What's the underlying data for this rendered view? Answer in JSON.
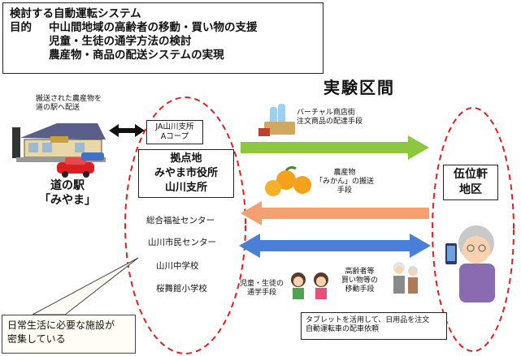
{
  "purpose_box": {
    "title": "検討する自動運転システム",
    "label": "目的",
    "lines": [
      "中山間地域の高齢者の移動・買い物の支援",
      "児童・生徒の通学方法の検討",
      "農産物・商品の配送システムの実現"
    ]
  },
  "area_title": "実験区間",
  "roadside_station": {
    "note_lines": [
      "搬送された農産物を",
      "道の駅へ配送"
    ],
    "name_lines": [
      "道の駅",
      "「みやま」"
    ]
  },
  "ja_box": {
    "lines": [
      "JA山川支所",
      "Aコープ"
    ]
  },
  "hub": {
    "title_lines": [
      "拠点地",
      "みやま市役所",
      "山川支所"
    ],
    "facilities": [
      "総合福祉センター",
      "山川市民センター",
      "山川中学校",
      "桜舞館小学校"
    ]
  },
  "destination": {
    "lines": [
      "伍位軒",
      "地区"
    ]
  },
  "arrows": {
    "shopping": {
      "lines": [
        "バーチャル商店街",
        "注文商品の配達手段"
      ],
      "color": "#8dc63f"
    },
    "produce": {
      "lines": [
        "農産物",
        "「みかん」の搬送",
        "手段"
      ],
      "color": "#f5a070"
    },
    "mobility": {
      "color": "#4a7fd8"
    }
  },
  "captions": {
    "students": [
      "児童・生徒の",
      "通学手段"
    ],
    "elderly": [
      "高齢者等",
      "買い物等の",
      "移動手段"
    ],
    "tablet": [
      "タブレットを活用して、日用品を注文",
      "自動運転車の配車依頼"
    ]
  },
  "callout": {
    "lines": [
      "日常生活に必要な施設が",
      "密集している"
    ]
  }
}
